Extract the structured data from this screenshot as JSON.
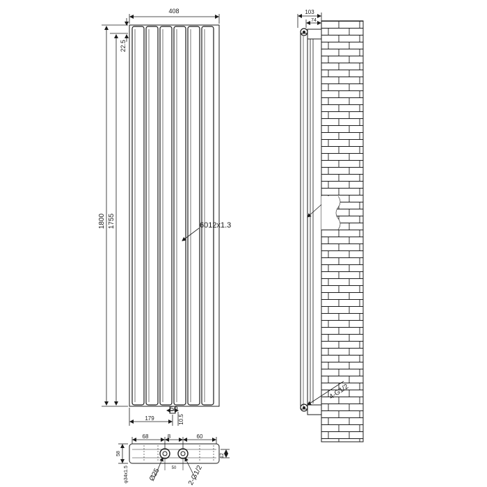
{
  "front_view": {
    "overall_width": "408",
    "overall_height": "1800",
    "panel_height": "1755",
    "top_offset": "22.5",
    "tube_spec": "6012x1.3",
    "pipe_center": "50",
    "side_offset": "179",
    "bottom_gap": "10.5"
  },
  "side_view": {
    "depth": "103",
    "bracket_depth": "74",
    "thread_spec": "4-G1/2"
  },
  "bottom_view": {
    "dim_left": "68",
    "dim_mid": "8",
    "dim_right": "60",
    "dim_height": "58",
    "dim_small": "12",
    "dim_offset": "50",
    "tube_diameter": "φ34x1.5",
    "hole_diameter": "Ø25",
    "inlet_spec": "2-G1/2"
  },
  "colors": {
    "ink": "#1a1a1a",
    "paper": "#ffffff"
  }
}
